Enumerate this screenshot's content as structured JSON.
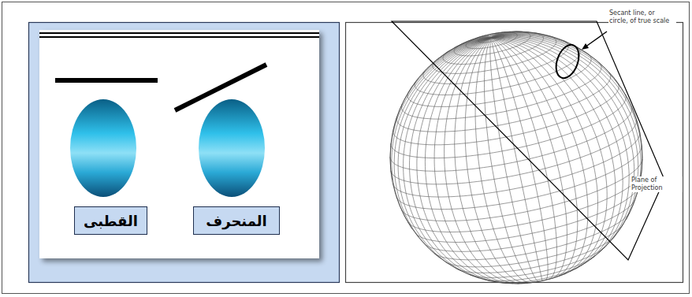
{
  "diagram": {
    "nodes": [
      {
        "text": [
          "القطبى"
        ]
      },
      {
        "text": [
          "المنحرف"
        ]
      }
    ],
    "labels": [
      "Secant line, or circle, of true scale",
      "Plane of Projection"
    ]
  }
}
